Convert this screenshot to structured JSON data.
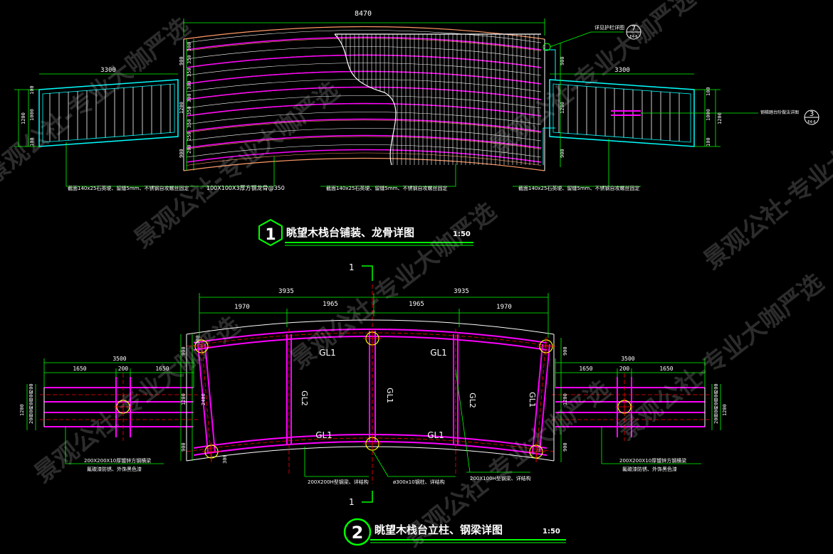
{
  "drawing1": {
    "title": "眺望木栈台铺装、龙骨详图",
    "scale": "1:50",
    "number": "1",
    "dims": {
      "overall": "8470",
      "left_wing": "3300",
      "right_wing": "3300",
      "left_w1": "100",
      "left_w2": "1000",
      "left_w3": "100",
      "left_total": "1200",
      "right_w1": "100",
      "right_w2": "1000",
      "right_w3": "100",
      "right_total": "1200",
      "mid_left_900a": "900",
      "mid_left_1200": "1200",
      "mid_left_900b": "900",
      "mid_right_900a": "900",
      "mid_right_1200": "1200",
      "mid_right_900b": "900",
      "spacing": [
        "300",
        "350",
        "350",
        "300",
        "300",
        "350",
        "350",
        "250",
        "200"
      ]
    },
    "notes": {
      "note_left": "截面140x25石英埂、留缝5mm、不锈钢自攻螺丝固定",
      "note_keel": "100X100X3厚方钢龙骨@350",
      "note_center": "截面140x25石英埂、留缝5mm、不锈钢自攻螺丝固定",
      "note_right": "截面140x25石英埂、留缝5mm、不锈钢自攻螺丝固定",
      "ref_rail": "详见护栏详图",
      "ref_rail_num": "7",
      "ref_rail_sheet": "E4-6",
      "ref_stair": "钢梯踏台阶做法详图",
      "ref_stair_num": "3",
      "ref_stair_sheet": "E4-6"
    }
  },
  "drawing2": {
    "title": "眺望木栈台立柱、钢梁详图",
    "scale": "1:50",
    "number": "2",
    "section_mark": "1",
    "dims": {
      "half_left": "3935",
      "half_right": "3935",
      "seg1": "1970",
      "seg2": "1965",
      "seg3": "1965",
      "seg4": "1970",
      "left_wing": "3500",
      "left_a": "1650",
      "left_b": "200",
      "left_c": "1650",
      "right_wing": "3500",
      "right_a": "1650",
      "right_b": "200",
      "right_c": "1650",
      "left_v": [
        "200",
        "300",
        "200",
        "300",
        "200"
      ],
      "left_total": "1200",
      "right_v": [
        "200",
        "300",
        "200",
        "300",
        "200"
      ],
      "right_total": "1200",
      "mid_300a": "300",
      "mid_900a": "900",
      "mid_2400": "2400",
      "mid_1200": "1200",
      "mid_900b": "900",
      "mid_300b": "300",
      "r_900a": "900",
      "r_1200": "1200",
      "r_900b": "900"
    },
    "beams": {
      "gl1_top_a": "GL1",
      "gl1_top_b": "GL1",
      "gl1_bot_a": "GL1",
      "gl1_bot_b": "GL1",
      "gl1_mid": "GL1",
      "gl1_right": "GL1",
      "gl2_a": "GL2",
      "gl2_b": "GL2"
    },
    "notes": {
      "note_left_1": "200X200X10厚镀锌方钢横梁",
      "note_left_2": "氟碳漆防锈、外饰黑色漆",
      "note_h200": "200X200H型钢梁、详结构",
      "note_col": "ø300x10钢柱、详结构",
      "note_h100": "200X100H型钢梁、详结构",
      "note_right_1": "200X200X10厚镀锌方钢横梁",
      "note_right_2": "氟碳漆防锈、外饰黑色漆"
    }
  },
  "watermark": "景观公社-专业大咖严选",
  "colors": {
    "dim": "#00ff00",
    "beam": "#ff00ff",
    "edge": "#00ffff",
    "deck": "#ffffff",
    "axis": "#ff0000",
    "column": "#ffff00",
    "grain": "#ff9966",
    "title_line": "#00ff00"
  }
}
